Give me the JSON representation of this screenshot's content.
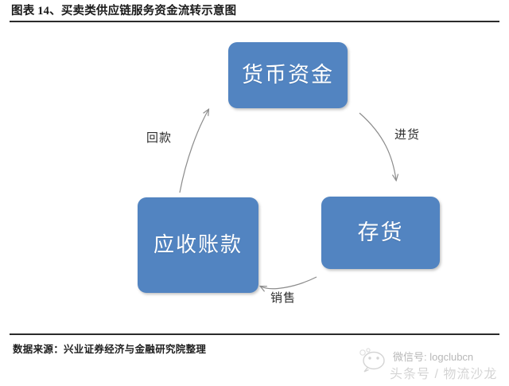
{
  "header": {
    "title": "图表 14、买卖类供应链服务资金流转示意图"
  },
  "diagram": {
    "nodes": [
      {
        "id": "cash",
        "label": "货币资金"
      },
      {
        "id": "inventory",
        "label": "存货"
      },
      {
        "id": "receivable",
        "label": "应收账款"
      }
    ],
    "edges": [
      {
        "id": "purchase",
        "label": "进货",
        "from": "cash",
        "to": "inventory"
      },
      {
        "id": "sales",
        "label": "销售",
        "from": "inventory",
        "to": "receivable"
      },
      {
        "id": "collection",
        "label": "回款",
        "from": "receivable",
        "to": "cash"
      }
    ],
    "node_color": "#5284c1",
    "arrow_color": "#8c8c8c"
  },
  "footer": {
    "source": "数据来源：兴业证券经济与金融研究院整理"
  },
  "watermark": {
    "line1": "微信号: logclubcn",
    "line2": "头条号 / 物流沙龙"
  }
}
